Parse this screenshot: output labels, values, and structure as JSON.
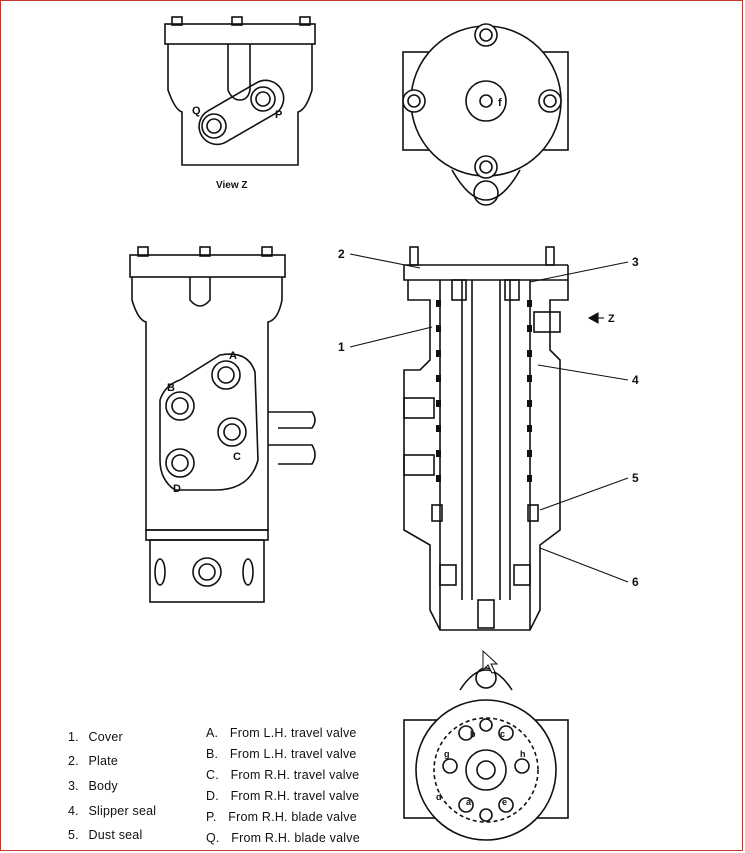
{
  "view_label": "View Z",
  "callouts": {
    "c1": "1",
    "c2": "2",
    "c3": "3",
    "c4": "4",
    "c5": "5",
    "c6": "6",
    "z": "Z"
  },
  "port_letters": {
    "A": "A",
    "B": "B",
    "C": "C",
    "D": "D",
    "P": "P",
    "Q": "Q",
    "f": "f",
    "a": "a",
    "b": "b",
    "c": "c",
    "d": "d",
    "e": "e",
    "g": "g",
    "h": "h"
  },
  "legend_parts": [
    {
      "num": "1.",
      "text": "Cover"
    },
    {
      "num": "2.",
      "text": "Plate"
    },
    {
      "num": "3.",
      "text": "Body"
    },
    {
      "num": "4.",
      "text": "Slipper seal"
    },
    {
      "num": "5.",
      "text": "Dust seal"
    }
  ],
  "legend_ports": [
    {
      "letter": "A.",
      "text": "From L.H. travel valve"
    },
    {
      "letter": "B.",
      "text": "From L.H. travel valve"
    },
    {
      "letter": "C.",
      "text": "From R.H. travel valve"
    },
    {
      "letter": "D.",
      "text": "From R.H. travel valve"
    },
    {
      "letter": "P.",
      "text": "From R.H. blade valve"
    },
    {
      "letter": "Q.",
      "text": "From R.H. blade valve"
    }
  ]
}
